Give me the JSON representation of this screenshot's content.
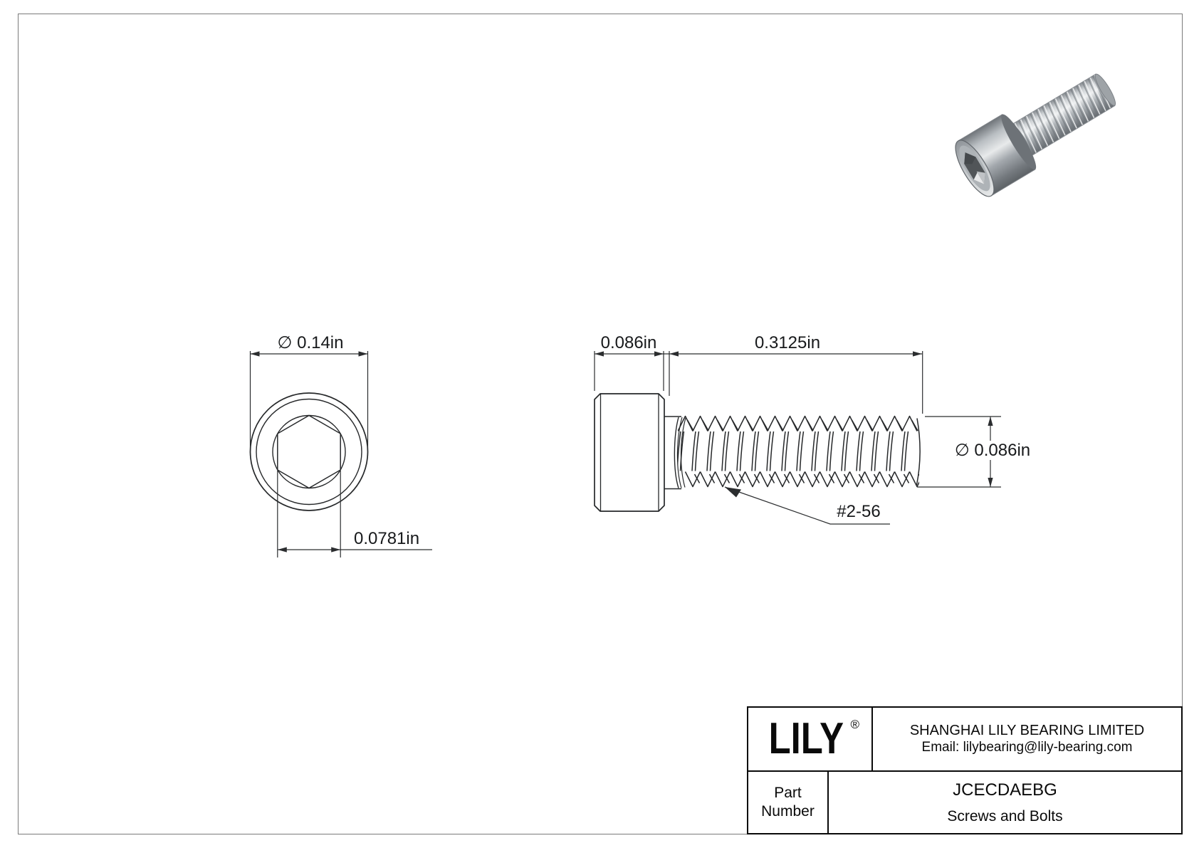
{
  "page": {
    "background": "#ffffff",
    "frame_color": "#7a7a7a",
    "line_color": "#26282a",
    "metal_color": "#aab0b5"
  },
  "views": {
    "front": {
      "diameter_label": "∅ 0.14in",
      "socket_width_label": "0.0781in"
    },
    "side": {
      "head_width_label": "0.086in",
      "thread_length_label": "0.3125in",
      "thread_diameter_label": "∅ 0.086in",
      "thread_size_label": "#2-56"
    }
  },
  "title_block": {
    "logo": "LILY",
    "registered": "®",
    "company": "SHANGHAI LILY BEARING LIMITED",
    "email": "Email: lilybearing@lily-bearing.com",
    "part_label": "Part Number",
    "part_number": "JCECDAEBG",
    "category": "Screws and Bolts"
  }
}
